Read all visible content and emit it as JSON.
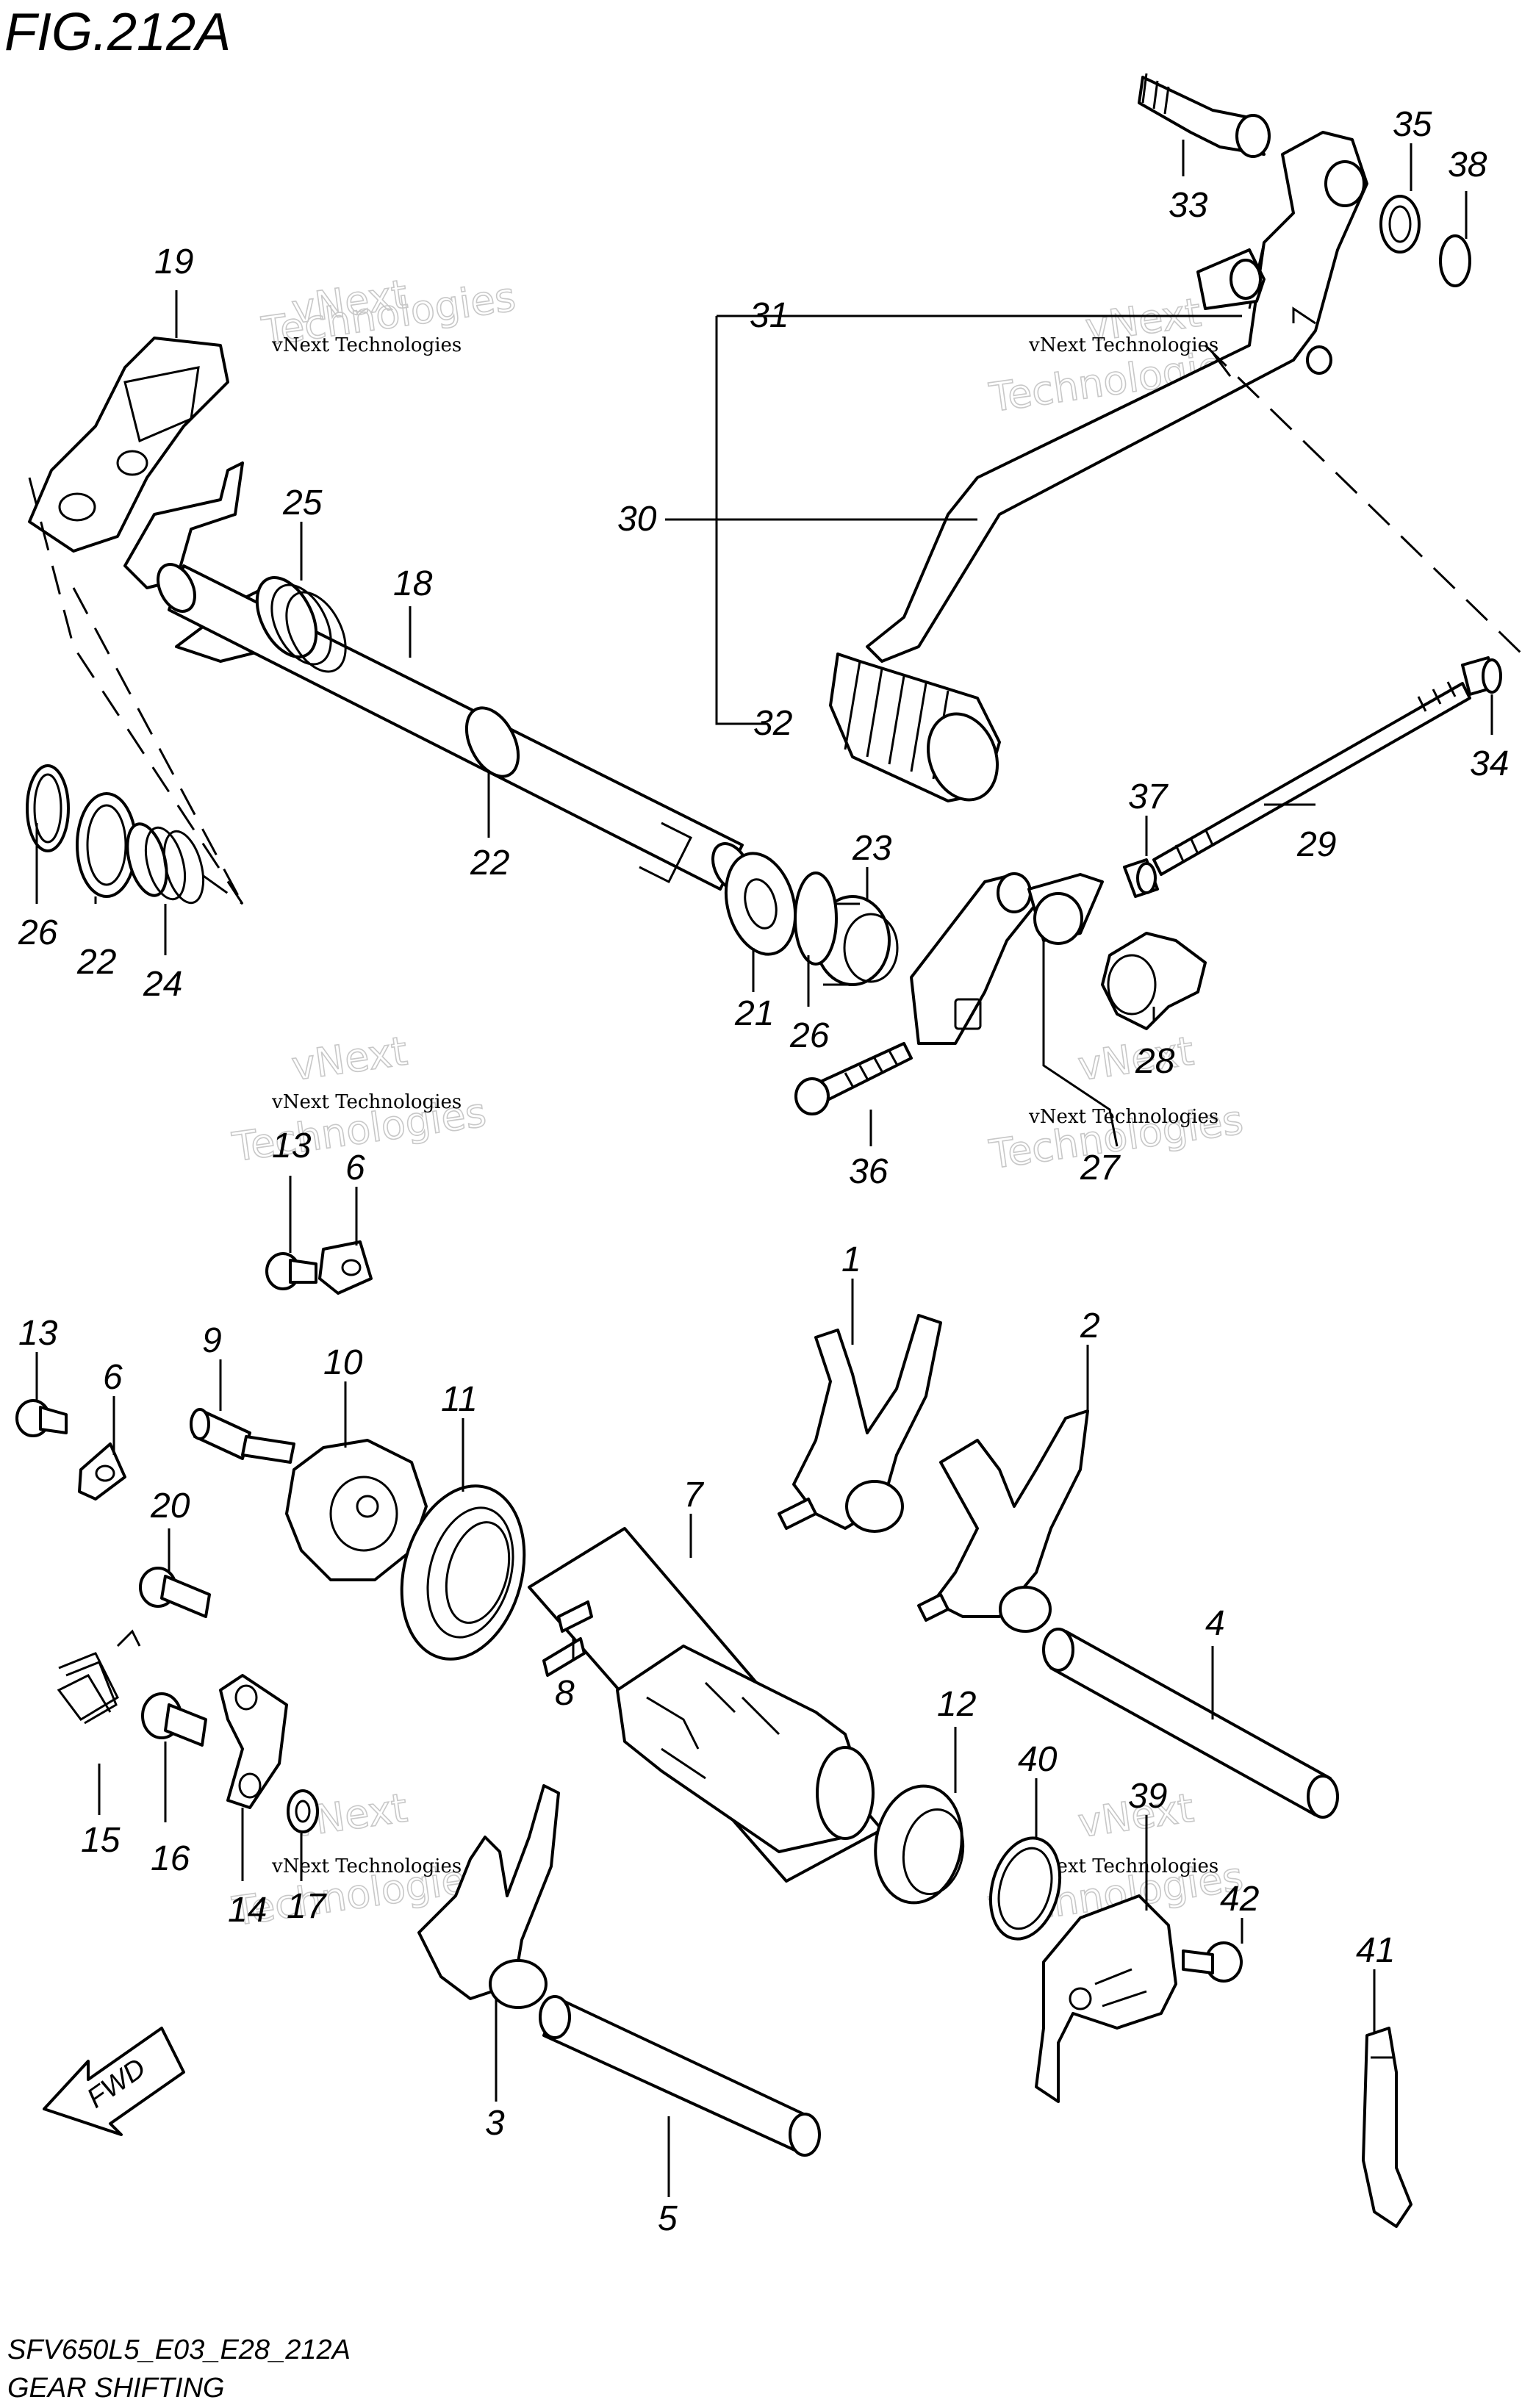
{
  "figure": {
    "title": "FIG.212A",
    "code": "SFV650L5_E03_E28_212A",
    "name": "GEAR SHIFTING"
  },
  "fwd_label": "FWD",
  "watermark": {
    "line": "vNext Technologies",
    "big_top": "vNext",
    "big_bottom": "Technologies"
  },
  "callouts": [
    {
      "id": "c19",
      "text": "19"
    },
    {
      "id": "c25",
      "text": "25"
    },
    {
      "id": "c18",
      "text": "18"
    },
    {
      "id": "c22a",
      "text": "22"
    },
    {
      "id": "c26a",
      "text": "26"
    },
    {
      "id": "c22b",
      "text": "22"
    },
    {
      "id": "c24",
      "text": "24"
    },
    {
      "id": "c33",
      "text": "33"
    },
    {
      "id": "c35",
      "text": "35"
    },
    {
      "id": "c38",
      "text": "38"
    },
    {
      "id": "c31",
      "text": "31"
    },
    {
      "id": "c30",
      "text": "30"
    },
    {
      "id": "c32",
      "text": "32"
    },
    {
      "id": "c34",
      "text": "34"
    },
    {
      "id": "c37",
      "text": "37"
    },
    {
      "id": "c29",
      "text": "29"
    },
    {
      "id": "c23",
      "text": "23"
    },
    {
      "id": "c21",
      "text": "21"
    },
    {
      "id": "c26b",
      "text": "26"
    },
    {
      "id": "c28",
      "text": "28"
    },
    {
      "id": "c36",
      "text": "36"
    },
    {
      "id": "c27",
      "text": "27"
    },
    {
      "id": "c13a",
      "text": "13"
    },
    {
      "id": "c6a",
      "text": "6"
    },
    {
      "id": "c13b",
      "text": "13"
    },
    {
      "id": "c6b",
      "text": "6"
    },
    {
      "id": "c9",
      "text": "9"
    },
    {
      "id": "c10",
      "text": "10"
    },
    {
      "id": "c11",
      "text": "11"
    },
    {
      "id": "c1",
      "text": "1"
    },
    {
      "id": "c2",
      "text": "2"
    },
    {
      "id": "c7",
      "text": "7"
    },
    {
      "id": "c20",
      "text": "20"
    },
    {
      "id": "c8",
      "text": "8"
    },
    {
      "id": "c4",
      "text": "4"
    },
    {
      "id": "c12",
      "text": "12"
    },
    {
      "id": "c40",
      "text": "40"
    },
    {
      "id": "c39",
      "text": "39"
    },
    {
      "id": "c15",
      "text": "15"
    },
    {
      "id": "c16",
      "text": "16"
    },
    {
      "id": "c14",
      "text": "14"
    },
    {
      "id": "c17",
      "text": "17"
    },
    {
      "id": "c42",
      "text": "42"
    },
    {
      "id": "c41",
      "text": "41"
    },
    {
      "id": "c3",
      "text": "3"
    },
    {
      "id": "c5",
      "text": "5"
    }
  ]
}
